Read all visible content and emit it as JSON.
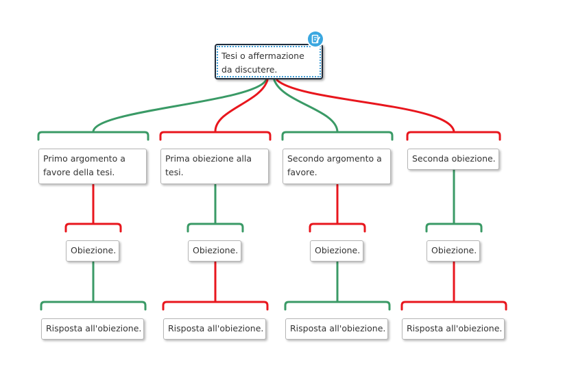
{
  "colors": {
    "pro": "#3a9a66",
    "contra": "#e8161d",
    "border": "#b5b5b5",
    "root_border": "#1f2b3a",
    "badge": "#3aa7e0"
  },
  "root": {
    "text": "Tesi o affermazione da discutere.",
    "badge_icon": "edit-note-icon"
  },
  "level1": [
    {
      "text": "Primo argomento a favore della tesi."
    },
    {
      "text": "Prima obiezione alla tesi."
    },
    {
      "text": "Secondo argomento a favore."
    },
    {
      "text": "Seconda obiezione."
    }
  ],
  "level2": [
    {
      "text": "Obiezione."
    },
    {
      "text": "Obiezione."
    },
    {
      "text": "Obiezione."
    },
    {
      "text": "Obiezione."
    }
  ],
  "level3": [
    {
      "text": "Risposta all'obiezione."
    },
    {
      "text": "Risposta all'obiezione."
    },
    {
      "text": "Risposta all'obiezione."
    },
    {
      "text": "Risposta all'obiezione."
    }
  ]
}
